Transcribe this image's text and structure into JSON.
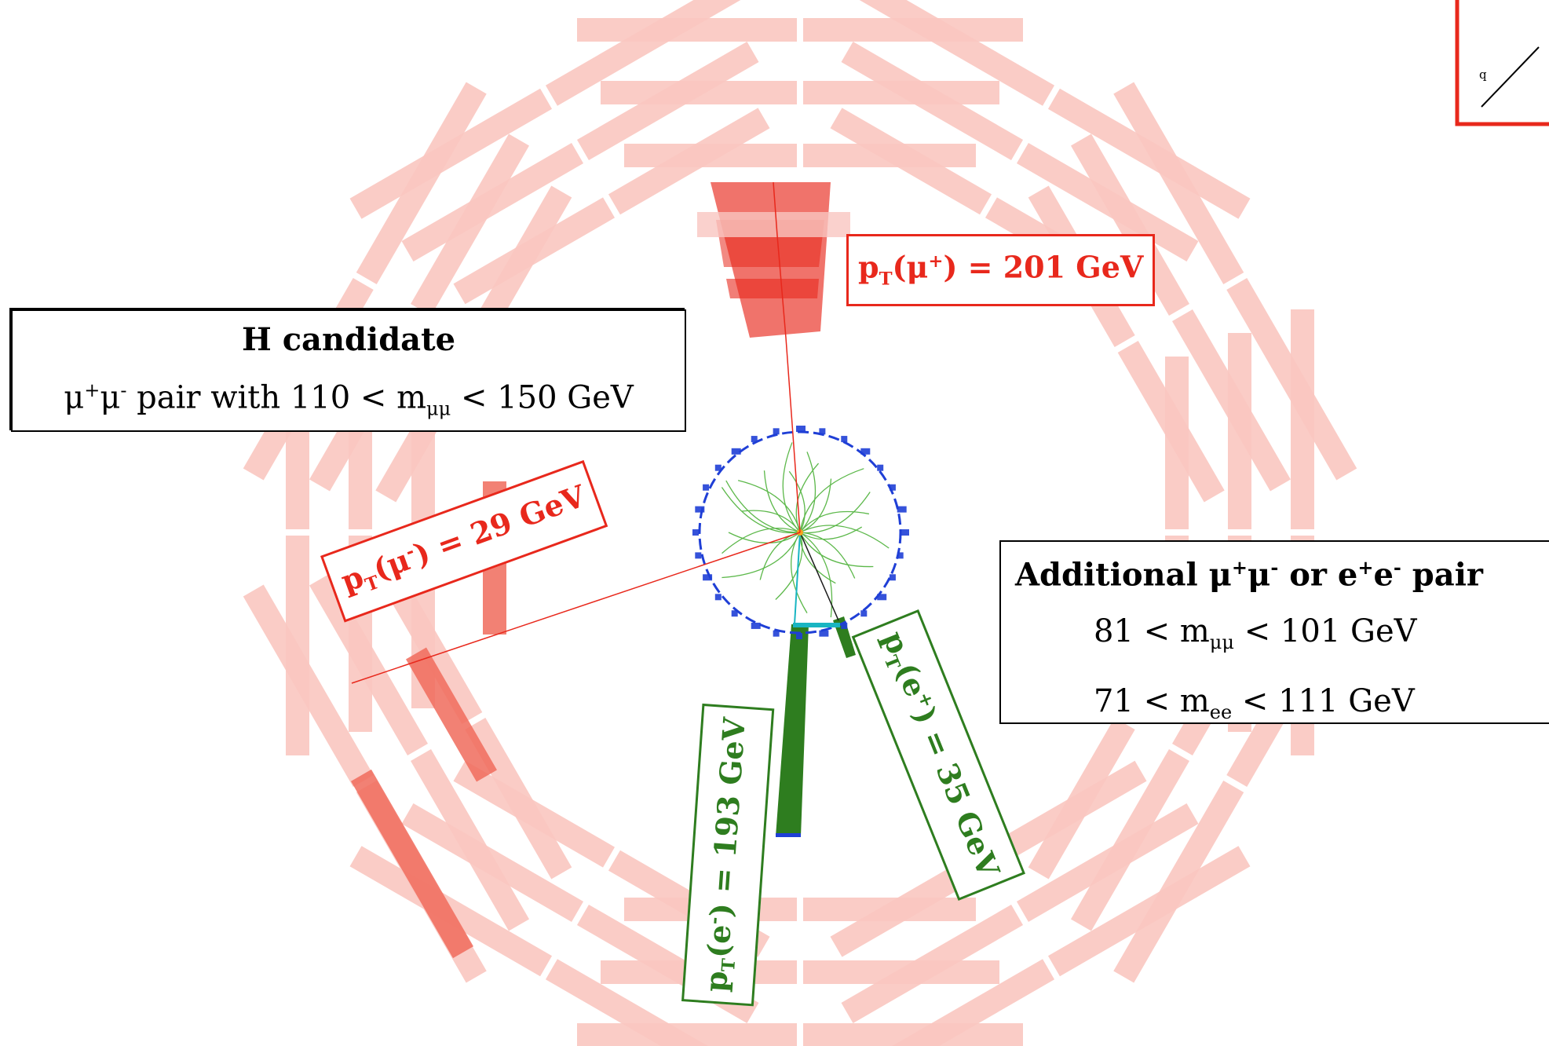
{
  "labels": {
    "mu_plus": {
      "prefix": "p",
      "sub": "T",
      "open": "(μ",
      "charge": "+",
      "close": ") = 201 GeV"
    },
    "mu_minus": {
      "prefix": "p",
      "sub": "T",
      "open": "(μ",
      "charge": "-",
      "close": ") = 29 GeV"
    },
    "e_minus": {
      "prefix": "p",
      "sub": "T",
      "open": "(e",
      "charge": "-",
      "close": ") = 193 GeV"
    },
    "e_plus": {
      "prefix": "p",
      "sub": "T",
      "open": "(e",
      "charge": "+",
      "close": ") = 35 GeV"
    }
  },
  "h_box": {
    "title": "H candidate",
    "line_pre": "μ",
    "line_sup1": "+",
    "line_mid": "μ",
    "line_sup2": "-",
    "line_text": " pair with 110 < m",
    "line_sub": "μμ",
    "line_end": " < 150 GeV"
  },
  "add_box": {
    "title_pre": "Additional μ",
    "title_sup1": "+",
    "title_mid1": "μ",
    "title_sup2": "-",
    "title_mid2": " or e",
    "title_sup3": "+",
    "title_mid3": "e",
    "title_sup4": "-",
    "title_end": " pair",
    "mu_line_pre": "81 < m",
    "mu_line_sub": "μμ",
    "mu_line_end": " < 101 GeV",
    "e_line_pre": "71 < m",
    "e_line_sub": "ee",
    "e_line_end": " < 111 GeV"
  },
  "inset_fragment": {
    "text": "q"
  },
  "colors": {
    "muon_chamber": "#f9c6c0",
    "muon_hit": "#f06b5c",
    "muon": "#e8281c",
    "electron": "#2e7d1f",
    "track": "#5cb84a",
    "tracker_ring": "#1f3fd6"
  }
}
